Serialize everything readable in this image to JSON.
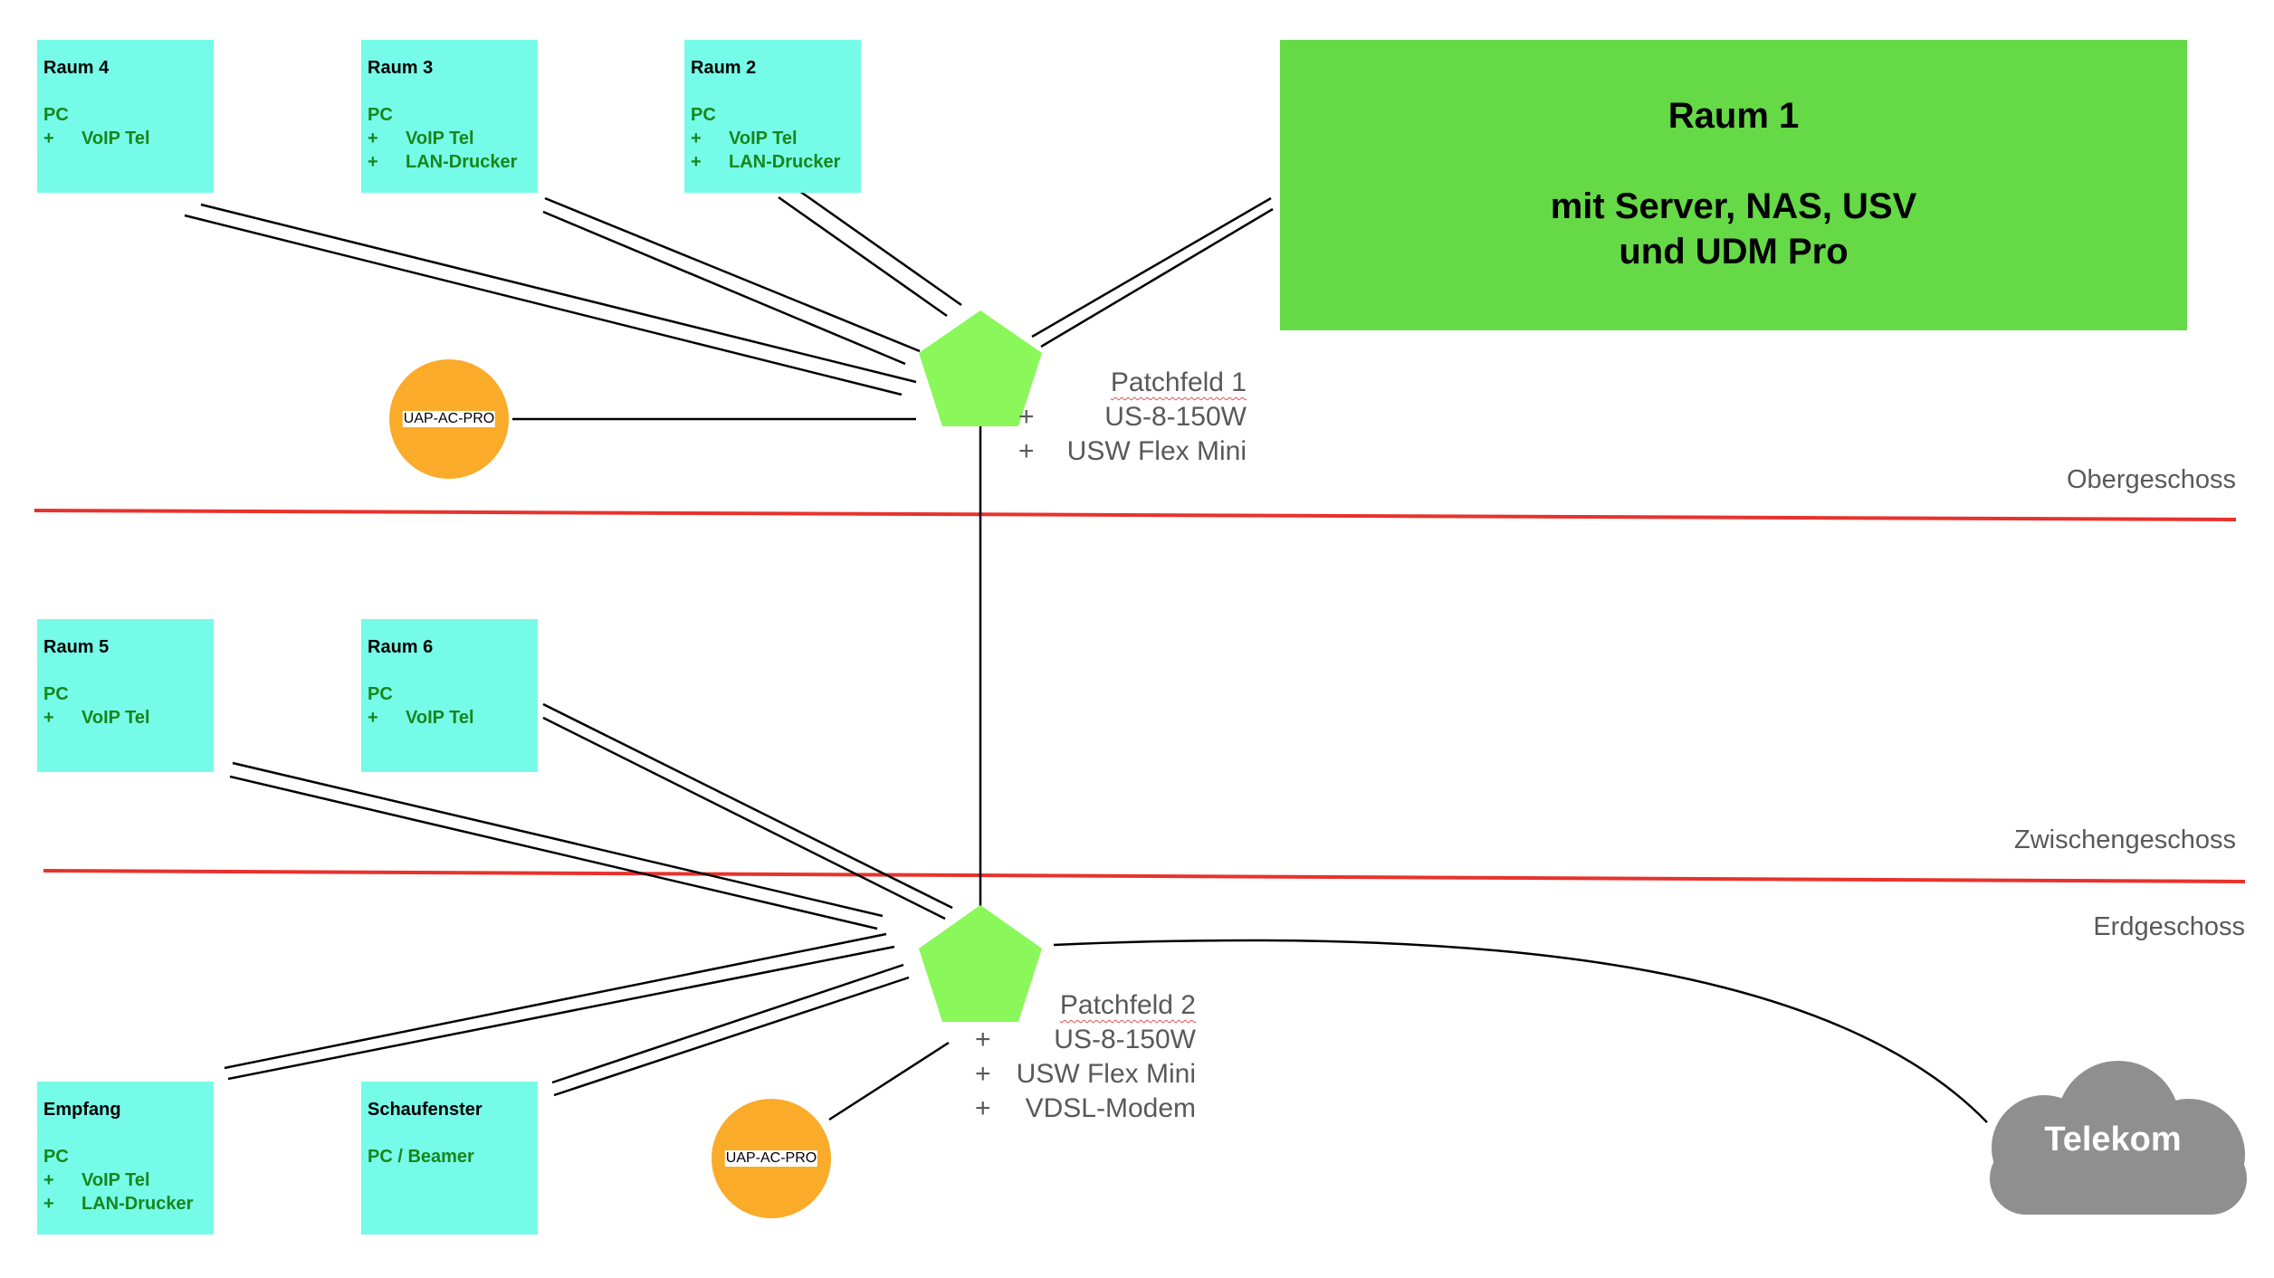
{
  "rooms": {
    "raum4": {
      "title": "Raum 4",
      "line1": "PC",
      "plus": "+",
      "line2": "VoIP Tel"
    },
    "raum3": {
      "title": "Raum 3",
      "line1": "PC",
      "plus": "+",
      "line2": "VoIP Tel",
      "line3": "LAN-Drucker"
    },
    "raum2": {
      "title": "Raum 2",
      "line1": "PC",
      "plus": "+",
      "line2": "VoIP Tel",
      "line3": "LAN-Drucker"
    },
    "raum5": {
      "title": "Raum 5",
      "line1": "PC",
      "plus": "+",
      "line2": "VoIP Tel"
    },
    "raum6": {
      "title": "Raum 6",
      "line1": "PC",
      "plus": "+",
      "line2": "VoIP Tel"
    },
    "empfang": {
      "title": "Empfang",
      "line1": "PC",
      "plus": "+",
      "line2": "VoIP Tel",
      "line3": "LAN-Drucker"
    },
    "schaufenster": {
      "title": "Schaufenster",
      "line1": "PC / Beamer"
    }
  },
  "main_room": {
    "title": "Raum 1",
    "line2": "mit Server, NAS, USV",
    "line3": "und UDM Pro",
    "color": "#65da46"
  },
  "patchfeld1": {
    "title": "Patchfeld 1",
    "plus": "+",
    "item1": "US-8-150W",
    "item2": "USW Flex Mini"
  },
  "patchfeld2": {
    "title": "Patchfeld 2",
    "plus": "+",
    "item1": "US-8-150W",
    "item2": "USW Flex Mini",
    "item3": "VDSL-Modem"
  },
  "floors": {
    "upper": "Obergeschoss",
    "middle": "Zwischengeschoss",
    "ground": "Erdgeschoss"
  },
  "access_points": {
    "ap1": "UAP-AC-PRO",
    "ap2": "UAP-AC-PRO"
  },
  "cloud": {
    "label": "Telekom",
    "color": "#8f8f8f"
  },
  "colors": {
    "room": "#76fbe8",
    "room_text": "#17861c",
    "pentagon": "#8af75a",
    "ap": "#fbab2a",
    "floor_line": "#e8322d"
  },
  "icons": {
    "switch": "pentagon-switch-icon",
    "access_point": "ap-circle-icon",
    "isp": "cloud-icon"
  }
}
